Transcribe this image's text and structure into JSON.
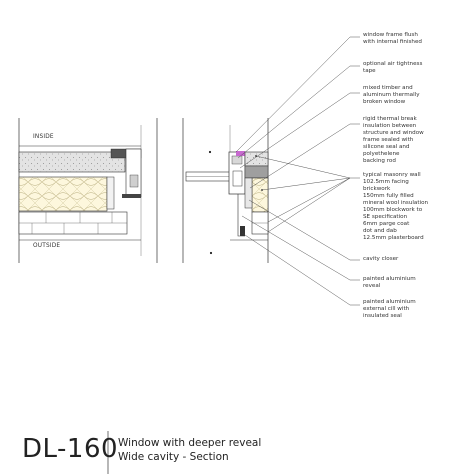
{
  "sheet": {
    "code": "DL-160",
    "title_lines": [
      "Window with deeper reveal",
      "Wide cavity - Section"
    ]
  },
  "side_labels": {
    "inside": "INSIDE",
    "outside": "OUTSIDE"
  },
  "annotations": [
    {
      "lines": [
        "window frame flush",
        "with internal finished"
      ]
    },
    {
      "lines": [
        "optional air tightness",
        "tape"
      ]
    },
    {
      "lines": [
        "mixed timber and",
        "aluminum thermally",
        "broken window"
      ]
    },
    {
      "lines": [
        "rigid thermal break",
        "insulation between",
        "structure and window",
        "frame sealed with",
        "silicone seal and",
        "polyethelene",
        "backing rod"
      ]
    },
    {
      "lines": [
        "typical masonry wall",
        "102.5mm facing",
        "brickwork",
        "150mm fully filled",
        "mineral wool insulation",
        "100mm blockwork to",
        "SE specification",
        "6mm parge coat",
        "dot and dab",
        "12.5mm plasterboard"
      ]
    },
    {
      "lines": [
        "cavity closer"
      ]
    },
    {
      "lines": [
        "painted aluminium",
        "reveal"
      ]
    },
    {
      "lines": [
        "painted aluminium",
        "external cill with",
        "insulated seal"
      ]
    }
  ]
}
